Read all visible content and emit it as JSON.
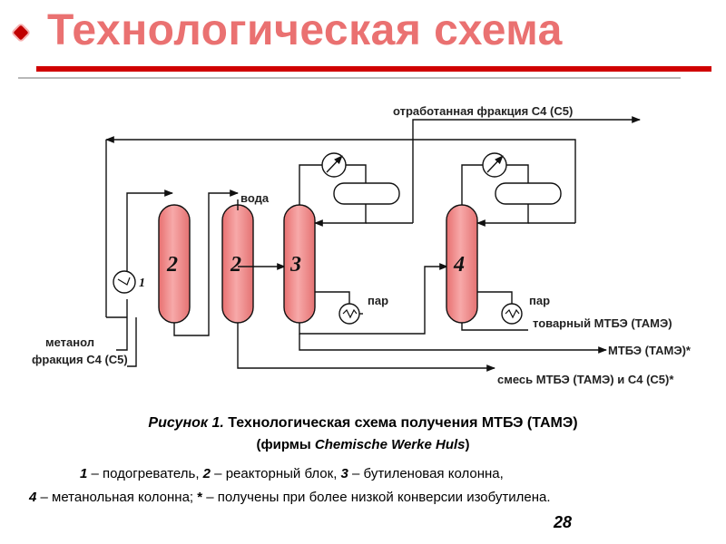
{
  "header": {
    "title": "Технологическая схема"
  },
  "diagram": {
    "labels": {
      "spent_fraction": "отработанная фракция С4 (С5)",
      "water": "вода",
      "steam1": "пар",
      "steam2": "пар",
      "commercial_mtbe": "товарный МТБЭ (ТАМЭ)",
      "mtbe": "МТБЭ (ТАМЭ)*",
      "mix": "смесь МТБЭ (ТАМЭ) и С4 (С5)*",
      "methanol": "метанол",
      "fraction_in": "фракция С4 (С5)"
    },
    "units": {
      "heater": "1",
      "reactor_a": "2",
      "reactor_b": "2",
      "butylene_column": "3",
      "methanol_column": "4"
    },
    "colors": {
      "vessel_fill": "#f08a8a",
      "title": "#ea7171",
      "accent_bar": "#d00000"
    }
  },
  "caption": {
    "figure_label": "Рисунок 1.",
    "line1": "Технологическая схема получения МТБЭ (ТАМЭ)",
    "line2_prefix": "(фирмы ",
    "line2_company": "Chemische Werke Huls",
    "line2_suffix": ")"
  },
  "legend": {
    "line1_n1": "1",
    "line1_t1": " – подогреватель, ",
    "line1_n2": "2",
    "line1_t2": " – реакторный блок, ",
    "line1_n3": "3",
    "line1_t3": " – бутиленовая колонна,",
    "line2_n4": "4",
    "line2_t4": " – метанольная колонна; ",
    "line2_star": "*",
    "line2_t5": " – получены при более низкой конверсии изобутилена."
  },
  "page_number": "28"
}
